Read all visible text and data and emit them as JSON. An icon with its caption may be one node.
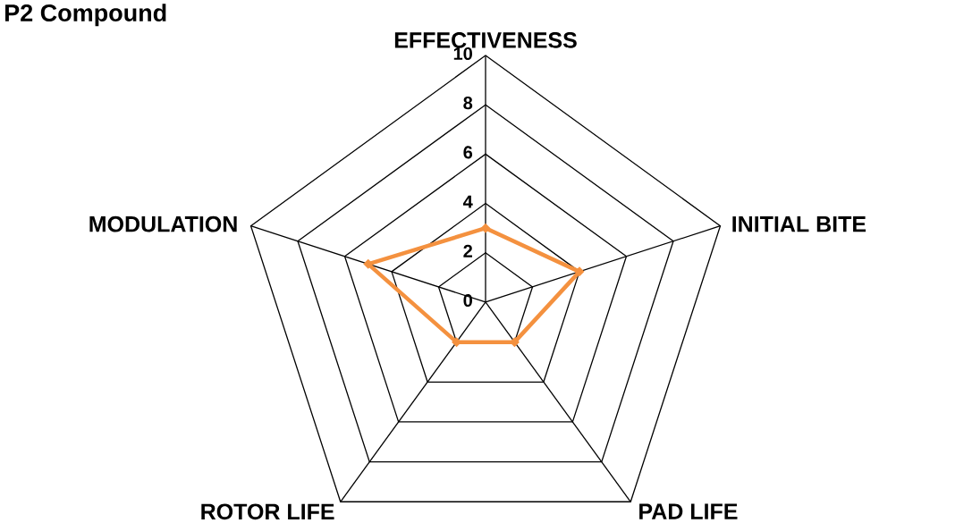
{
  "diagram": {
    "title": "P2 Compound",
    "labels": [
      "EFFECTIVENESS",
      "10",
      "8",
      "6",
      "MODULATION",
      "INITIAL BITE",
      "4",
      "2",
      "0",
      "ROTOR LIFE",
      "PAD LIFE"
    ]
  }
}
